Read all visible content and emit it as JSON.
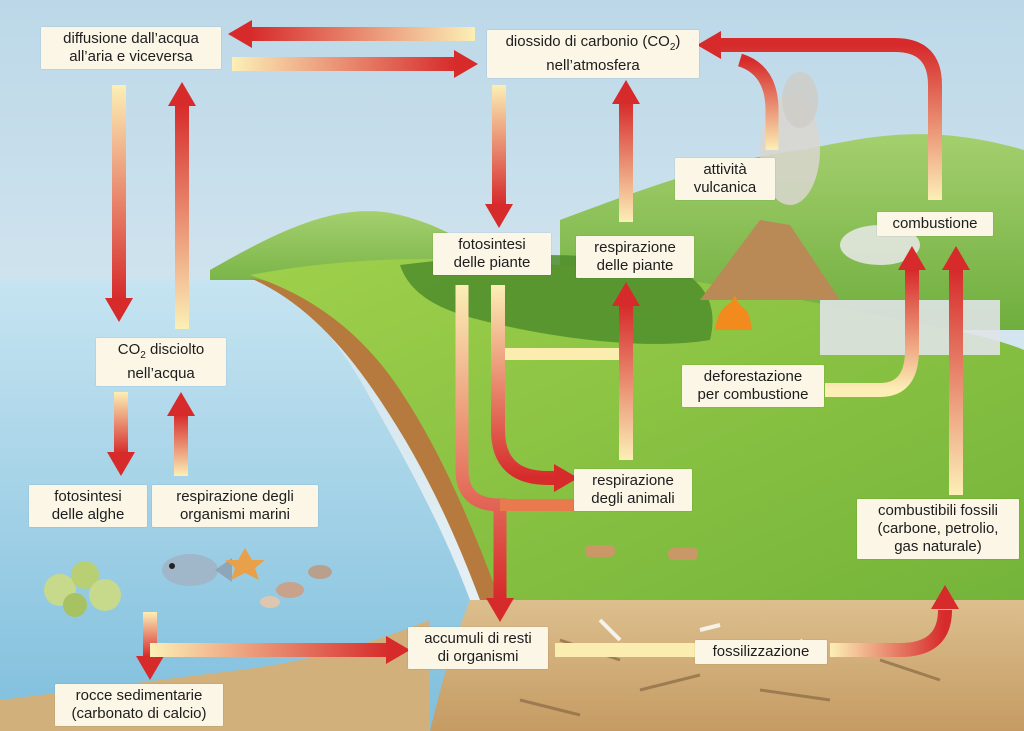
{
  "labels": {
    "diffusion_line1": "diffusione dall’acqua",
    "diffusion_line2": "all’aria e viceversa",
    "co2_atm_pre": "diossido di carbonio (CO",
    "co2_atm_sub": "2",
    "co2_atm_post": ")",
    "co2_atm_line2": "nell’atmosfera",
    "volcano_line1": "attività",
    "volcano_line2": "vulcanica",
    "combustion": "combustione",
    "photo_plants_line1": "fotosintesi",
    "photo_plants_line2": "delle piante",
    "resp_plants_line1": "respirazione",
    "resp_plants_line2": "delle piante",
    "co2_water_pre": "CO",
    "co2_water_sub": "2",
    "co2_water_post": " disciolto",
    "co2_water_line2": "nell’acqua",
    "deforest_line1": "deforestazione",
    "deforest_line2": "per combustione",
    "resp_animals_line1": "respirazione",
    "resp_animals_line2": "degli animali",
    "photo_algae_line1": "fotosintesi",
    "photo_algae_line2": "delle alghe",
    "resp_marine_line1": "respirazione degli",
    "resp_marine_line2": "organismi marini",
    "fossil_line1": "combustibili fossili",
    "fossil_line2": "(carbone, petrolio,",
    "fossil_line3": "gas naturale)",
    "accum_line1": "accumuli di resti",
    "accum_line2": "di organismi",
    "fossilization": "fossilizzazione",
    "rocks_line1": "rocce sedimentarie",
    "rocks_line2": "(carbonato di calcio)"
  },
  "colors": {
    "arrow_strong": "#d8262b",
    "arrow_pale": "#fbecb0",
    "label_bg": "#fbf6e6",
    "sky": "#cfe3ee",
    "sea": "#9fd0e6",
    "grass": "#8dc63f",
    "soil": "#d8b98a"
  }
}
